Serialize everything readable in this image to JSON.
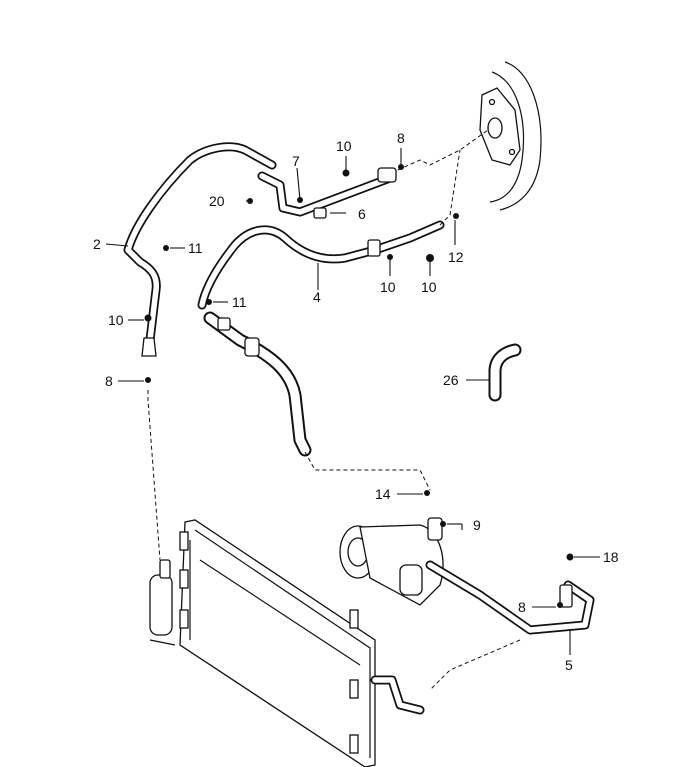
{
  "callouts": [
    {
      "id": "c2",
      "text": "2"
    },
    {
      "id": "c4",
      "text": "4"
    },
    {
      "id": "c5",
      "text": "5"
    },
    {
      "id": "c6",
      "text": "6"
    },
    {
      "id": "c7",
      "text": "7"
    },
    {
      "id": "c8a",
      "text": "8"
    },
    {
      "id": "c8b",
      "text": "8"
    },
    {
      "id": "c8c",
      "text": "8"
    },
    {
      "id": "c9",
      "text": "9"
    },
    {
      "id": "c10a",
      "text": "10"
    },
    {
      "id": "c10b",
      "text": "10"
    },
    {
      "id": "c10c",
      "text": "10"
    },
    {
      "id": "c10d",
      "text": "10"
    },
    {
      "id": "c11a",
      "text": "11"
    },
    {
      "id": "c11b",
      "text": "11"
    },
    {
      "id": "c12",
      "text": "12"
    },
    {
      "id": "c14",
      "text": "14"
    },
    {
      "id": "c18",
      "text": "18"
    },
    {
      "id": "c20",
      "text": "20"
    },
    {
      "id": "c26",
      "text": "26"
    }
  ]
}
